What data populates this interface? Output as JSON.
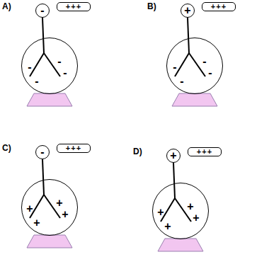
{
  "diagram": {
    "nodes": [
      {
        "text": [
          "-"
        ]
      },
      {
        "text": [
          "+++"
        ]
      },
      {
        "text": [
          "-",
          "-",
          "-",
          "-"
        ]
      },
      {
        "text": [
          "+"
        ]
      },
      {
        "text": [
          "+++"
        ]
      },
      {
        "text": [
          "-",
          "-",
          "-",
          "-"
        ]
      },
      {
        "text": [
          "-"
        ]
      },
      {
        "text": [
          "+++"
        ]
      },
      {
        "text": [
          "+",
          "+",
          "+",
          "+"
        ]
      },
      {
        "text": [
          "+"
        ]
      },
      {
        "text": [
          "+++"
        ]
      },
      {
        "text": [
          "+",
          "+",
          "+",
          "+"
        ]
      }
    ],
    "labels": [
      "A)",
      "B)",
      "C)",
      "D)"
    ]
  }
}
